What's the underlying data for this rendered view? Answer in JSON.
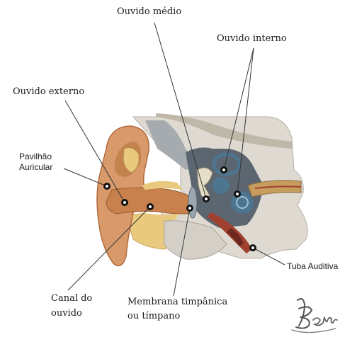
{
  "labels": {
    "ouvido_medio": "Ouvido médio",
    "ouvido_interno": "Ouvido interno",
    "ouvido_externo": "Ouvido externo",
    "pavilhao_line1": "Pavilhão",
    "pavilhao_line2": "Auricular",
    "tuba_auditiva": "Tuba Auditiva",
    "canal_line1": "Canal do",
    "canal_line2": "ouvido",
    "membrana_line1": "Membrana timpânica",
    "membrana_line2": "ou tímpano"
  },
  "signature": "Berr",
  "colors": {
    "skin": "#d89a6a",
    "skin_dark": "#b26a3e",
    "canal": "#c8814c",
    "cartilage": "#e9c97e",
    "bone": "#dedad2",
    "bone_shadow": "#9ea3a8",
    "tissue_dark": "#5c6670",
    "cochlea": "#4d7590",
    "nerve": "#c79c5f",
    "muscle": "#a0402f",
    "marker_ring": "#111111",
    "marker_dot": "#ffffff",
    "leader_line": "#333333"
  }
}
